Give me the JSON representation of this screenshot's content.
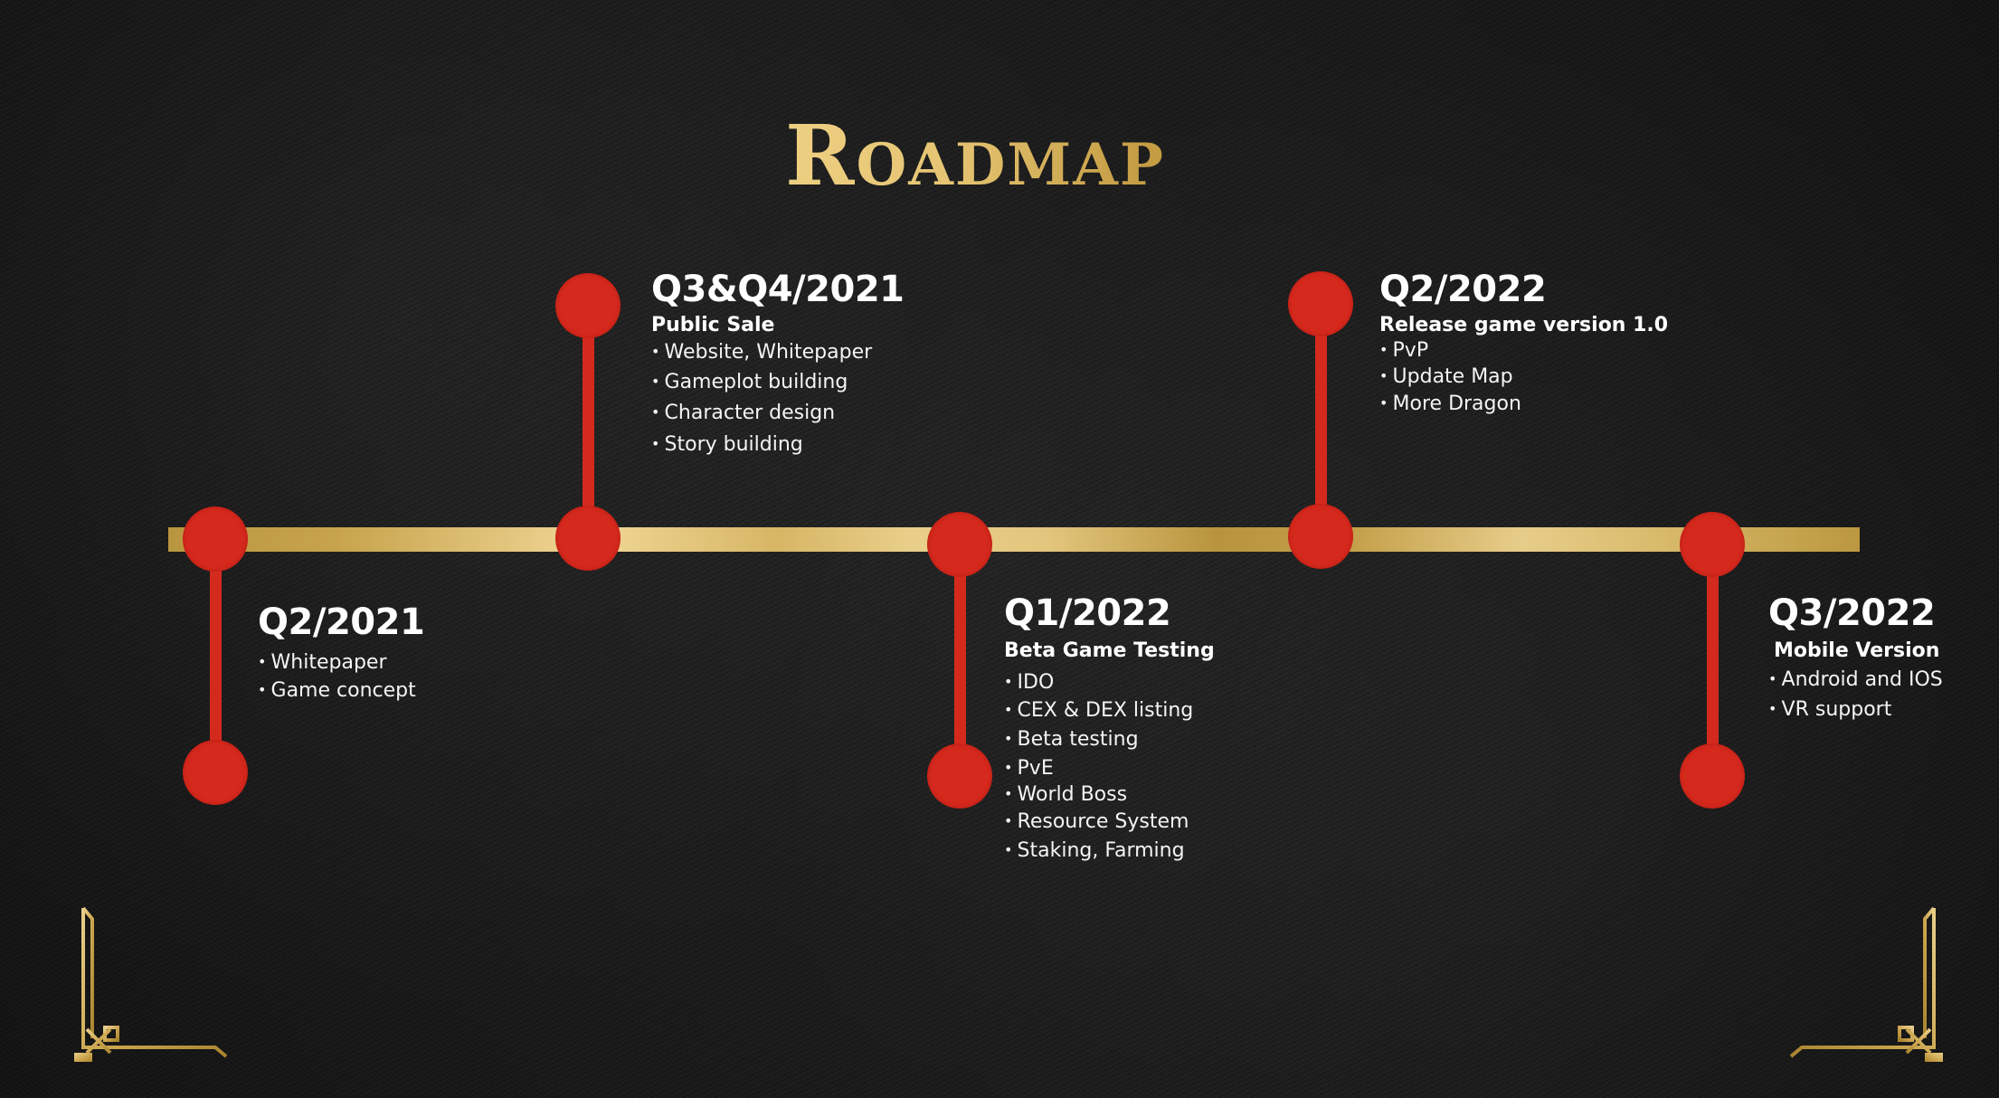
{
  "title": "Roadmap",
  "colors": {
    "background": "#1a1a1a",
    "gold": "#e3c67d",
    "gold_dark": "#b8943d",
    "node_red": "#d6291d",
    "text": "#ffffff"
  },
  "milestones": [
    {
      "quarter": "Q2/2021",
      "subtitle": "",
      "items": [
        "Whitepaper",
        "Game concept"
      ],
      "position": "below"
    },
    {
      "quarter": "Q3&Q4/2021",
      "subtitle": "Public Sale",
      "items": [
        "Website, Whitepaper",
        "Gameplot building",
        "Character design",
        "Story building"
      ],
      "position": "above"
    },
    {
      "quarter": "Q1/2022",
      "subtitle": "Beta Game Testing",
      "items": [
        "IDO",
        "CEX & DEX listing",
        "Beta testing",
        "PvE",
        "World Boss",
        "Resource System",
        "Staking, Farming"
      ],
      "position": "below"
    },
    {
      "quarter": "Q2/2022",
      "subtitle": "Release game version 1.0",
      "items": [
        "PvP",
        "Update Map",
        "More Dragon"
      ],
      "position": "above"
    },
    {
      "quarter": "Q3/2022",
      "subtitle": "Mobile Version",
      "items": [
        "Android and IOS",
        "VR support"
      ],
      "position": "below"
    }
  ],
  "decorations": {
    "bottom_left": "art-deco-corner-icon",
    "bottom_right": "art-deco-corner-icon"
  }
}
